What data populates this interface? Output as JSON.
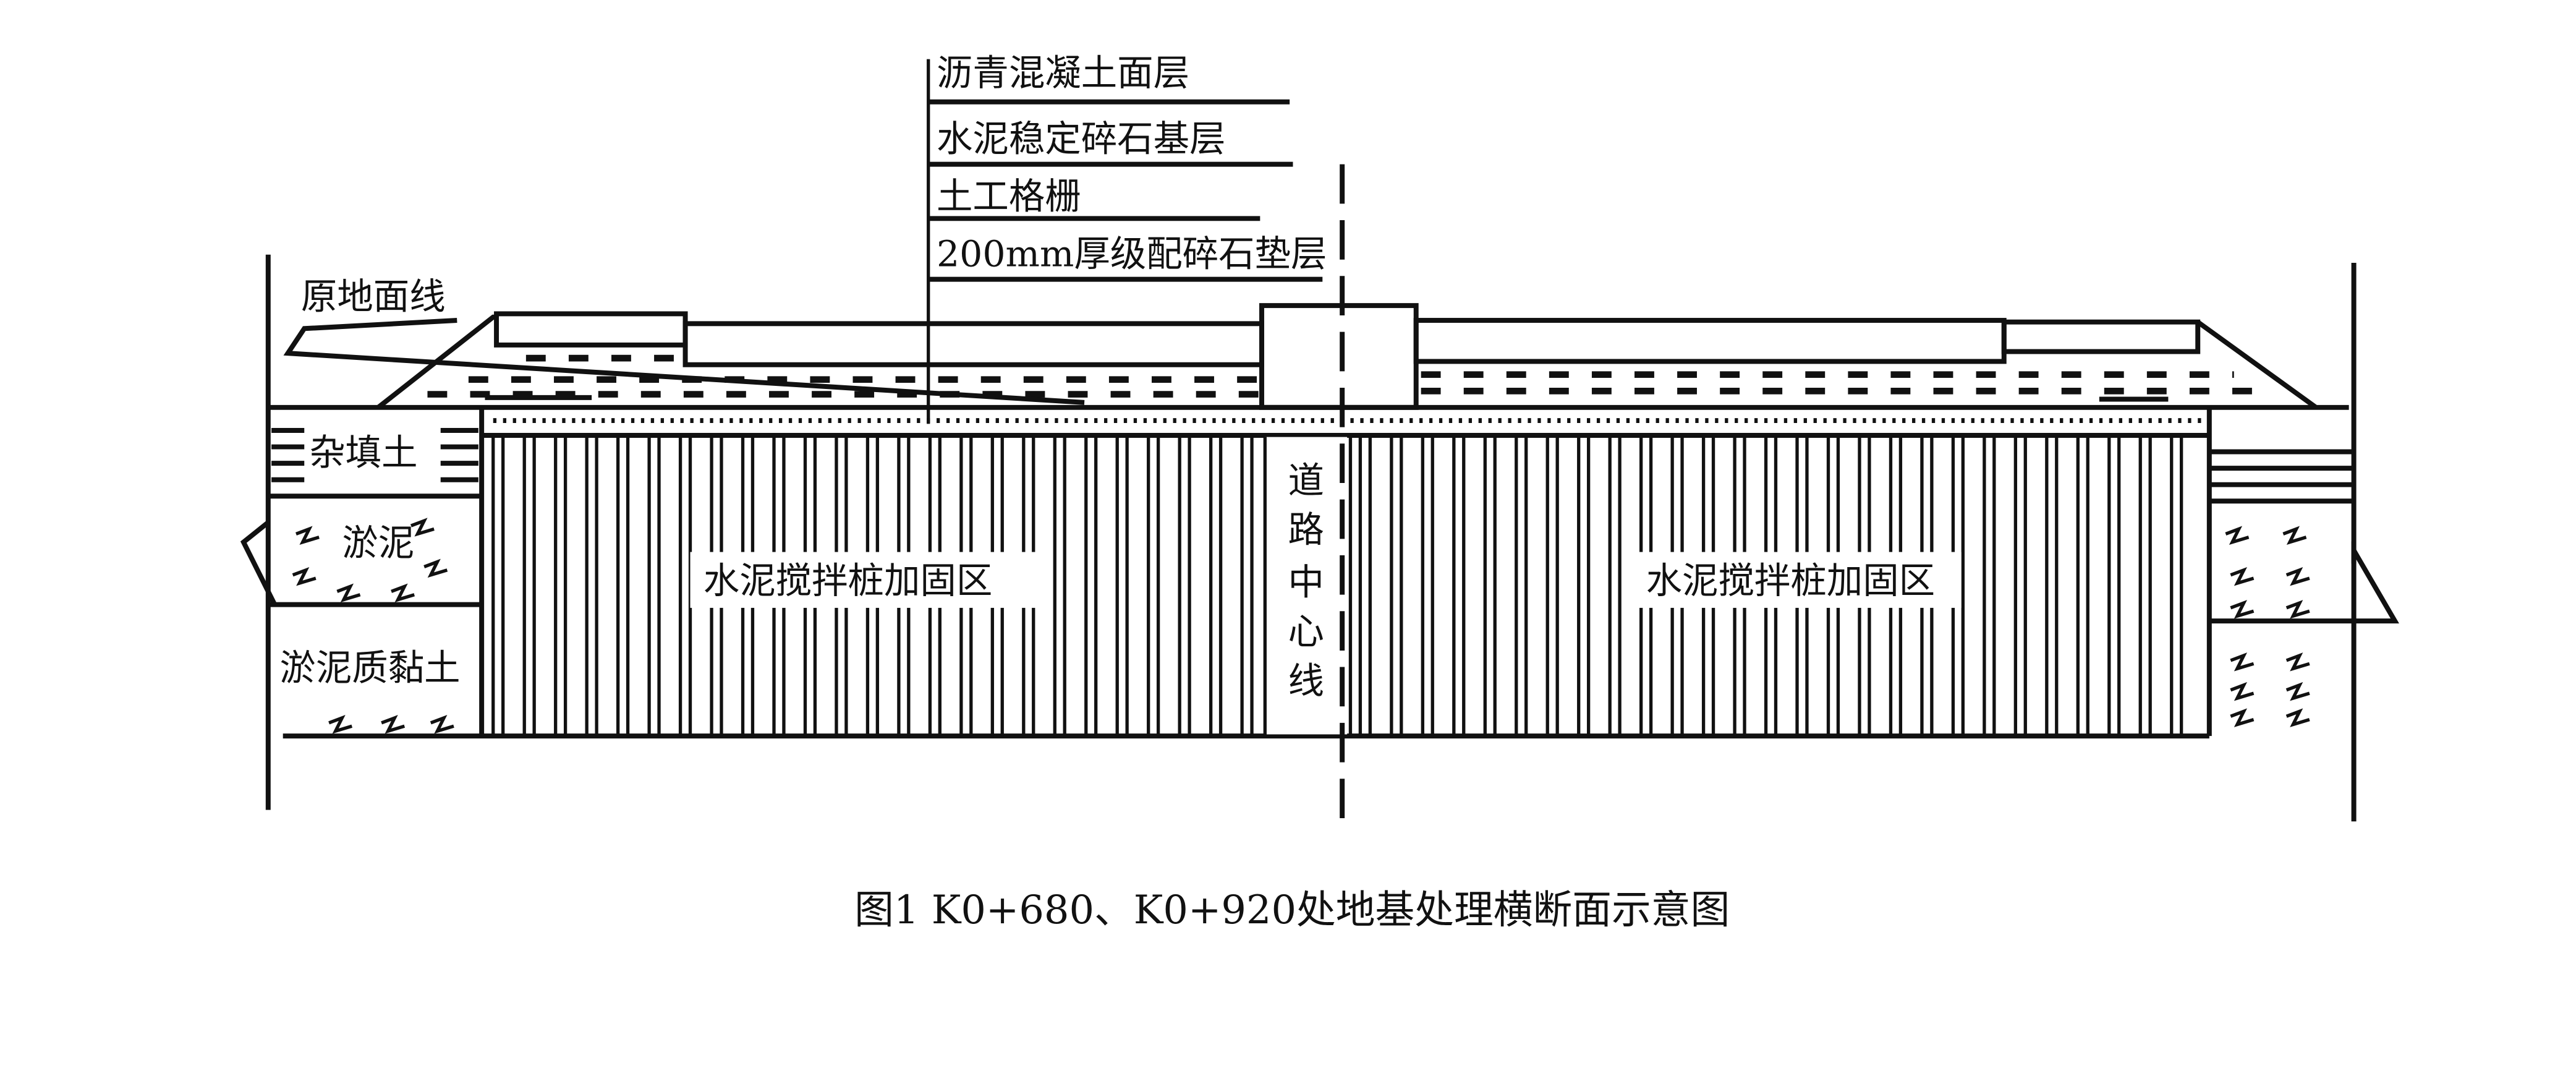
{
  "layers": {
    "asphalt": "沥青混凝土面层",
    "cement_base": "水泥稳定碎石基层",
    "geogrid": "土工格栅",
    "gravel_cushion": "200mm厚级配碎石垫层"
  },
  "original_ground": "原地面线",
  "soils": {
    "fill": "杂填土",
    "silt": "淤泥",
    "silty_clay": "淤泥质黏土"
  },
  "zone_left": "水泥搅拌桩加固区",
  "zone_right": "水泥搅拌桩加固区",
  "centerline": [
    "道",
    "路",
    "中",
    "心",
    "线"
  ],
  "caption": "图1   K0+680、K0+920处地基处理横断面示意图"
}
